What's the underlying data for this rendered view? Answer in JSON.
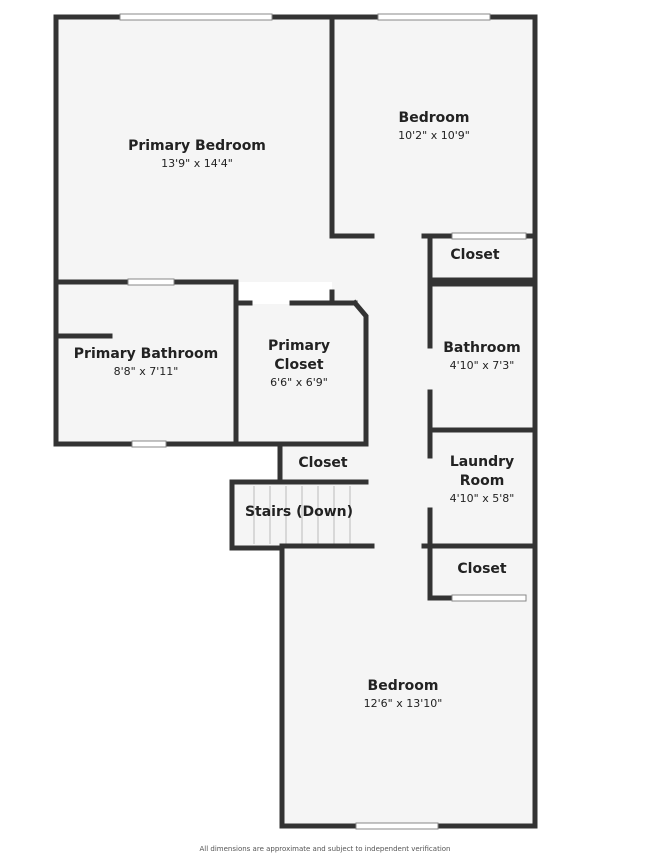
{
  "plan": {
    "rooms": {
      "primary_bedroom": {
        "name": "Primary Bedroom",
        "dims": "13'9\" x 14'4\""
      },
      "bedroom_top": {
        "name": "Bedroom",
        "dims": "10'2\" x 10'9\""
      },
      "closet_top": {
        "name": "Closet"
      },
      "primary_bathroom": {
        "name": "Primary Bathroom",
        "dims": "8'8\" x 7'11\""
      },
      "primary_closet": {
        "name_line1": "Primary",
        "name_line2": "Closet",
        "dims": "6'6\" x 6'9\""
      },
      "bathroom": {
        "name": "Bathroom",
        "dims": "4'10\" x 7'3\""
      },
      "closet_mid": {
        "name": "Closet"
      },
      "laundry": {
        "name_line1": "Laundry",
        "name_line2": "Room",
        "dims": "4'10\" x 5'8\""
      },
      "stairs": {
        "name": "Stairs (Down)"
      },
      "closet_bottom": {
        "name": "Closet"
      },
      "bedroom_bottom": {
        "name": "Bedroom",
        "dims": "12'6\" x 13'10\""
      }
    },
    "disclaimer": "All dimensions are approximate and subject to independent verification",
    "colors": {
      "wall": "#333333",
      "floor": "#f5f5f5",
      "window": "#ffffff"
    }
  }
}
